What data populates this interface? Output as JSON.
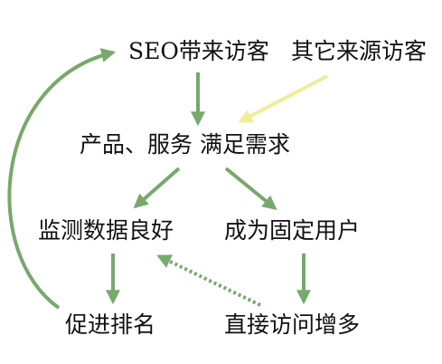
{
  "nodes": {
    "seo_visitors": "SEO带来访客",
    "other_visitors": "其它来源访客",
    "product_service": "产品、服务 满足需求",
    "monitor_data": "监测数据良好",
    "fixed_users": "成为固定用户",
    "promote_ranking": "促进排名",
    "direct_visits": "直接访问增多"
  },
  "colors": {
    "primary_arrow": "#78a86c",
    "secondary_arrow": "#eeee99",
    "text": "#111111"
  }
}
